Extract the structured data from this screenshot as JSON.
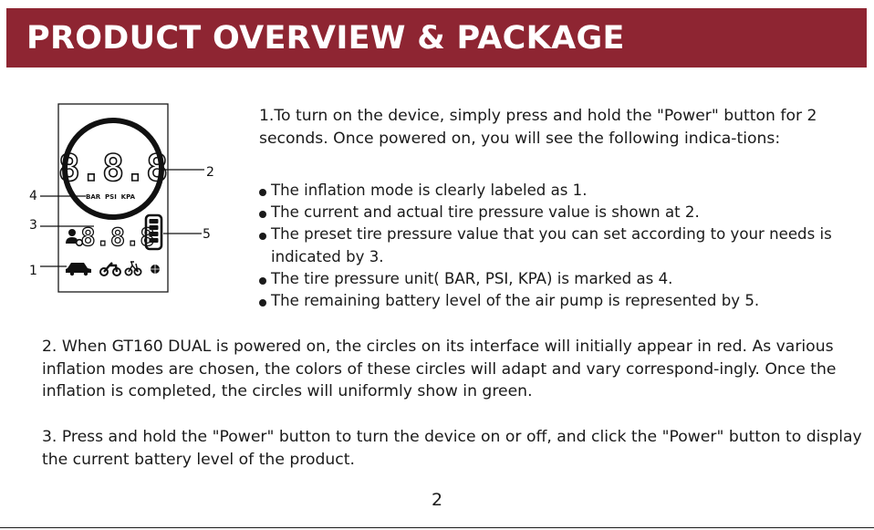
{
  "header": {
    "title": "PRODUCT OVERVIEW & PACKAGE",
    "color": "#8e2532"
  },
  "diagram": {
    "main_digits": "8.8.8",
    "units": "BAR  PSI  KPA",
    "preset_digits": "8.8.8",
    "callouts": [
      "1",
      "2",
      "3",
      "4",
      "5"
    ],
    "mode_icons": [
      "car-icon",
      "motorcycle-icon",
      "bicycle-icon",
      "ball-icon"
    ],
    "user_icon": "user-gear-icon",
    "battery_icon": "battery-icon"
  },
  "section1": {
    "intro": "1.To turn on the device, simply press and hold the \"Power\" button for 2 seconds. Once powered on, you will see the following indica-tions:",
    "bullets": [
      "The inflation mode is clearly labeled as 1.",
      "The current and actual tire pressure value is shown at 2.",
      "The preset tire pressure value that you can set according to your needs is indicated by 3.",
      "The tire pressure unit( BAR, PSI, KPA) is marked as 4.",
      "The remaining battery level of the air pump is represented by 5."
    ]
  },
  "section2": "2. When GT160 DUAL is powered on, the circles on its interface will initially appear in red. As various inflation modes are chosen, the colors of these circles will adapt and vary correspond-ingly. Once the inflation is completed, the circles will uniformly show in green.",
  "section3": "3. Press and hold the \"Power\" button to turn the device on or off, and click the \"Power\" button to display the current battery level of the product.",
  "page_number": "2"
}
